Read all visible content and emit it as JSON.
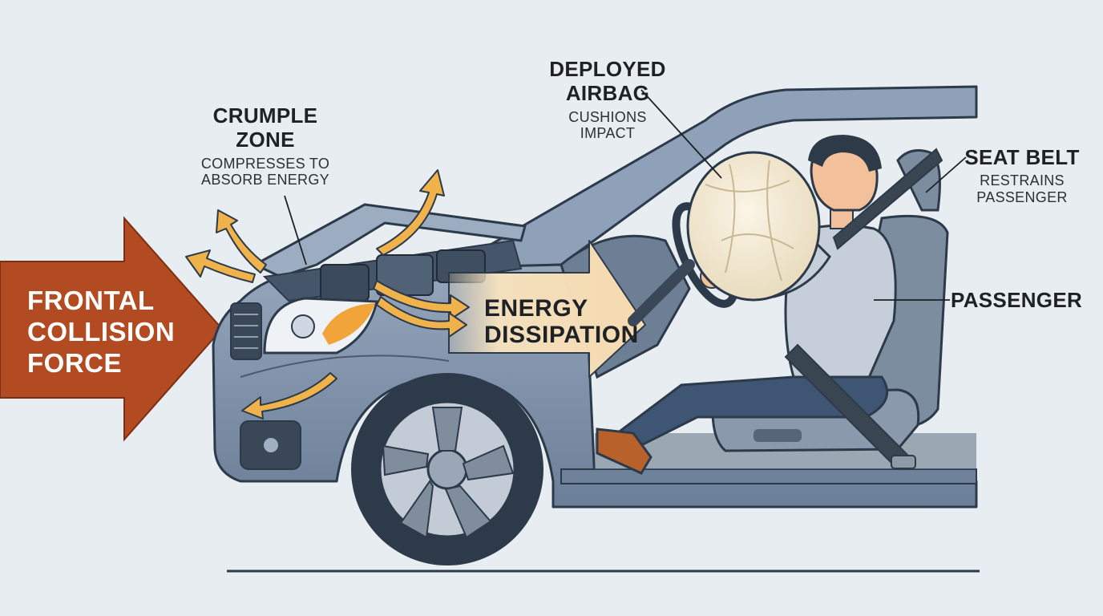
{
  "force": {
    "line1": "FRONTAL",
    "line2": "COLLISION",
    "line3": "FORCE"
  },
  "crumple": {
    "title1": "CRUMPLE",
    "title2": "ZONE",
    "desc1": "COMPRESSES TO",
    "desc2": "ABSORB ENERGY"
  },
  "airbag": {
    "title1": "DEPLOYED",
    "title2": "AIRBAG",
    "desc1": "CUSHIONS",
    "desc2": "IMPACT"
  },
  "seatbelt": {
    "title": "SEAT BELT",
    "desc1": "RESTRAINS",
    "desc2": "PASSENGER"
  },
  "passenger": {
    "title": "PASSENGER"
  },
  "energy": {
    "line1": "ENERGY",
    "line2": "DISSIPATION"
  },
  "colors": {
    "background": "#e7edf1",
    "force_arrow": "#b24a22",
    "car_body": "#7d90a8",
    "energy_arrow": "#f6dcb0",
    "airbag": "#f3e9d2",
    "dissipation_arrows": "#f0b24a"
  }
}
